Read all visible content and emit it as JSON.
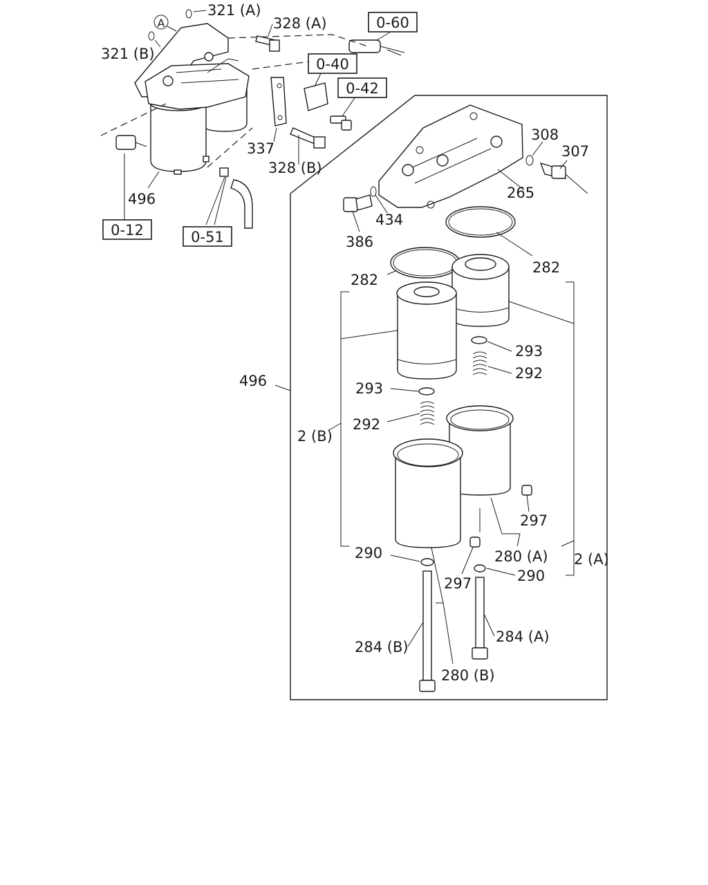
{
  "callouts": {
    "c321a": "321 (A)",
    "c321b": "321 (B)",
    "c328a": "328 (A)",
    "c328b": "328 (B)",
    "c337": "337",
    "c496_top": "496",
    "c308": "308",
    "c307": "307",
    "c265": "265",
    "c434": "434",
    "c386": "386",
    "c282_right": "282",
    "c282_left": "282",
    "c293_right": "293",
    "c292_right": "292",
    "c293_left": "293",
    "c292_left": "292",
    "c496_frame": "496",
    "c2b": "2 (B)",
    "c2a": "2 (A)",
    "c297_right": "297",
    "c297_left": "297",
    "c280a": "280 (A)",
    "c280b": "280 (B)",
    "c290_left": "290",
    "c290_right": "290",
    "c284a": "284 (A)",
    "c284b": "284 (B)",
    "circle_a": "A"
  },
  "refs": {
    "r060": "0-60",
    "r040": "0-40",
    "r042": "0-42",
    "r012": "0-12",
    "r051": "0-51"
  }
}
